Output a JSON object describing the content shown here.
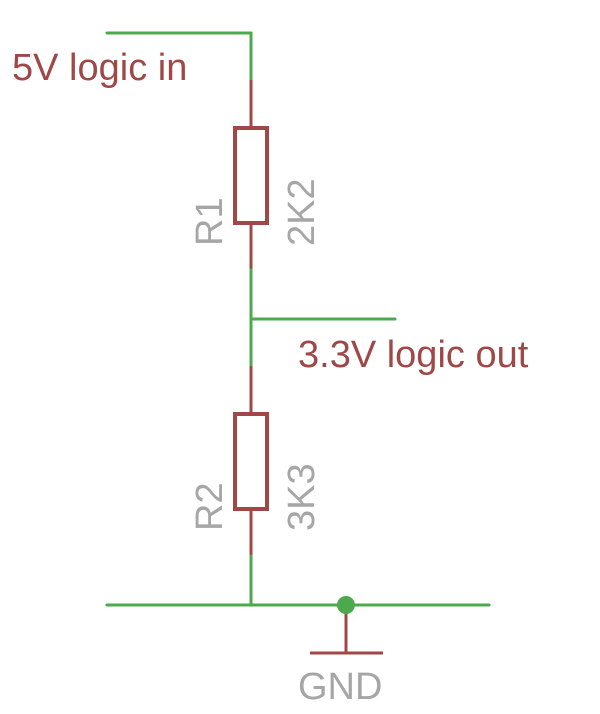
{
  "schematic": {
    "input_label": "5V logic in",
    "output_label": "3.3V logic out",
    "resistors": [
      {
        "name": "R1",
        "value": "2K2"
      },
      {
        "name": "R2",
        "value": "3K3"
      }
    ],
    "ground_label": "GND"
  },
  "colors": {
    "wire": "#4caa4c",
    "component": "#a04848",
    "net_label": "#a04848",
    "part_label": "#a6a6a6"
  }
}
